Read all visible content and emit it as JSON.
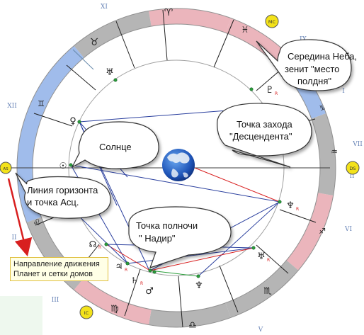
{
  "callouts": {
    "midheaven": [
      "Середина Неба,",
      "зенит \"место",
      "полдня\""
    ],
    "descendant": [
      "Точка захода",
      "\"Десцендента\""
    ],
    "sun": [
      "Солнце"
    ],
    "horizon": [
      "Линия горизонта",
      "и точка Асц."
    ],
    "nadir": [
      "Точка полночи",
      "\"  Надир\""
    ]
  },
  "note": [
    "Направление движения",
    "Планет и сетки  домов"
  ],
  "house_numbers": [
    "XI",
    "IX",
    "XII",
    "VII",
    "VI",
    "II",
    "III",
    "V",
    "I",
    "II"
  ],
  "angle_markers": {
    "mc": "MC",
    "ds": "DS",
    "ic": "IC",
    "as": "AS"
  },
  "zodiac_glyphs": [
    "♈",
    "♉",
    "♓",
    "♊",
    "♒",
    "♑",
    "♐",
    "♏",
    "♎",
    "♍",
    "♌",
    "♋"
  ],
  "planet_glyphs": [
    "♅",
    "♀",
    "☉",
    "♇",
    "♆",
    "☊",
    "♃",
    "♄",
    "♂",
    "♆",
    "♅"
  ],
  "colors": {
    "accent_red": "#d81f1f",
    "ring_blue": "#8fb0e8",
    "ring_pink": "#e8a8b0",
    "ring_gray": "#a8a8a8",
    "marker_yellow": "#f3e21a"
  }
}
